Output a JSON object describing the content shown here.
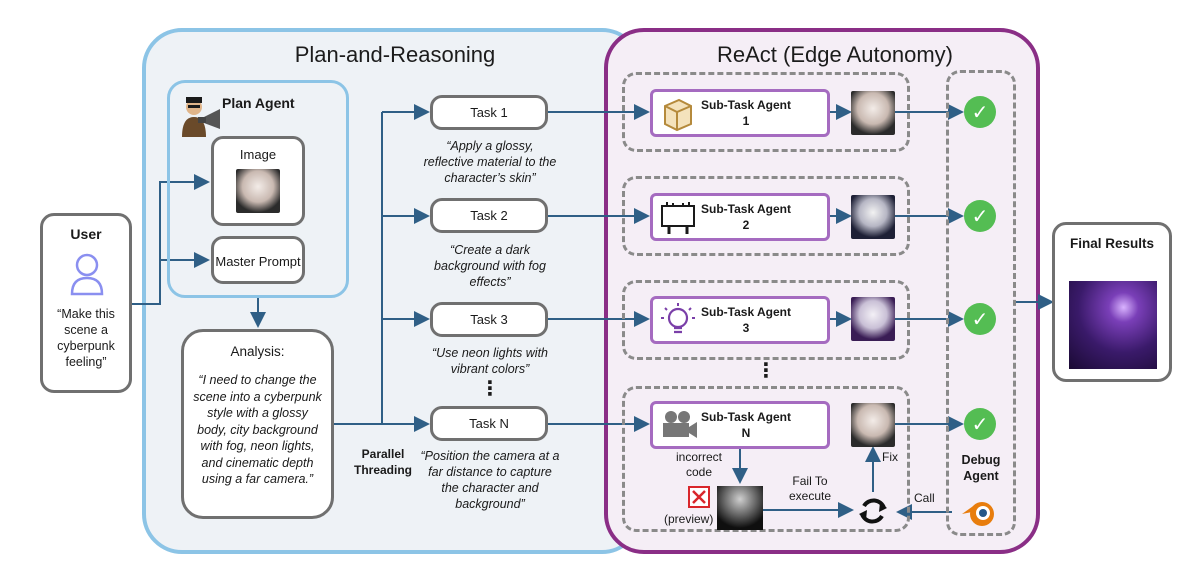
{
  "panels": {
    "left_title": "Plan-and-Reasoning",
    "right_title": "ReAct (Edge Autonomy)"
  },
  "user": {
    "title": "User",
    "quote": "“Make this scene a cyberpunk feeling”"
  },
  "plan_agent": {
    "title": "Plan Agent",
    "image_label": "Image",
    "master_prompt": "Master Prompt"
  },
  "analysis": {
    "title": "Analysis:",
    "text": "“I need to change the scene into a cyberpunk style with a glossy body, city background with fog, neon lights, and cinematic depth using a far camera.”"
  },
  "parallel_label": "Parallel Threading",
  "tasks": [
    {
      "label": "Task 1",
      "desc": "“Apply a glossy, reflective material to the character’s skin”"
    },
    {
      "label": "Task 2",
      "desc": "“Create a dark background with fog effects”"
    },
    {
      "label": "Task 3",
      "desc": "“Use neon lights with vibrant colors”"
    },
    {
      "label": "Task N",
      "desc": "“Position the camera at a far distance to capture the character and background”"
    }
  ],
  "ellipsis": "⋮",
  "subtasks": [
    {
      "label": "Sub-Task Agent 1",
      "icon": "cube-icon"
    },
    {
      "label": "Sub-Task Agent 2",
      "icon": "billboard-icon"
    },
    {
      "label": "Sub-Task Agent 3",
      "icon": "lightbulb-icon"
    },
    {
      "label": "Sub-Task Agent N",
      "icon": "video-camera-icon"
    }
  ],
  "debug": {
    "incorrect_code": "incorrect code",
    "preview": "(preview)",
    "fail": "Fail To execute",
    "fix": "Fix",
    "call": "Call",
    "debug_agent": "Debug Agent"
  },
  "final": {
    "title": "Final Results"
  },
  "colors": {
    "left_border": "#8cc4e6",
    "right_border": "#8a2e86",
    "arrow": "#2f5f86",
    "subtask_border": "#a56bc0",
    "check": "#54bd53",
    "error": "#d9262b"
  }
}
